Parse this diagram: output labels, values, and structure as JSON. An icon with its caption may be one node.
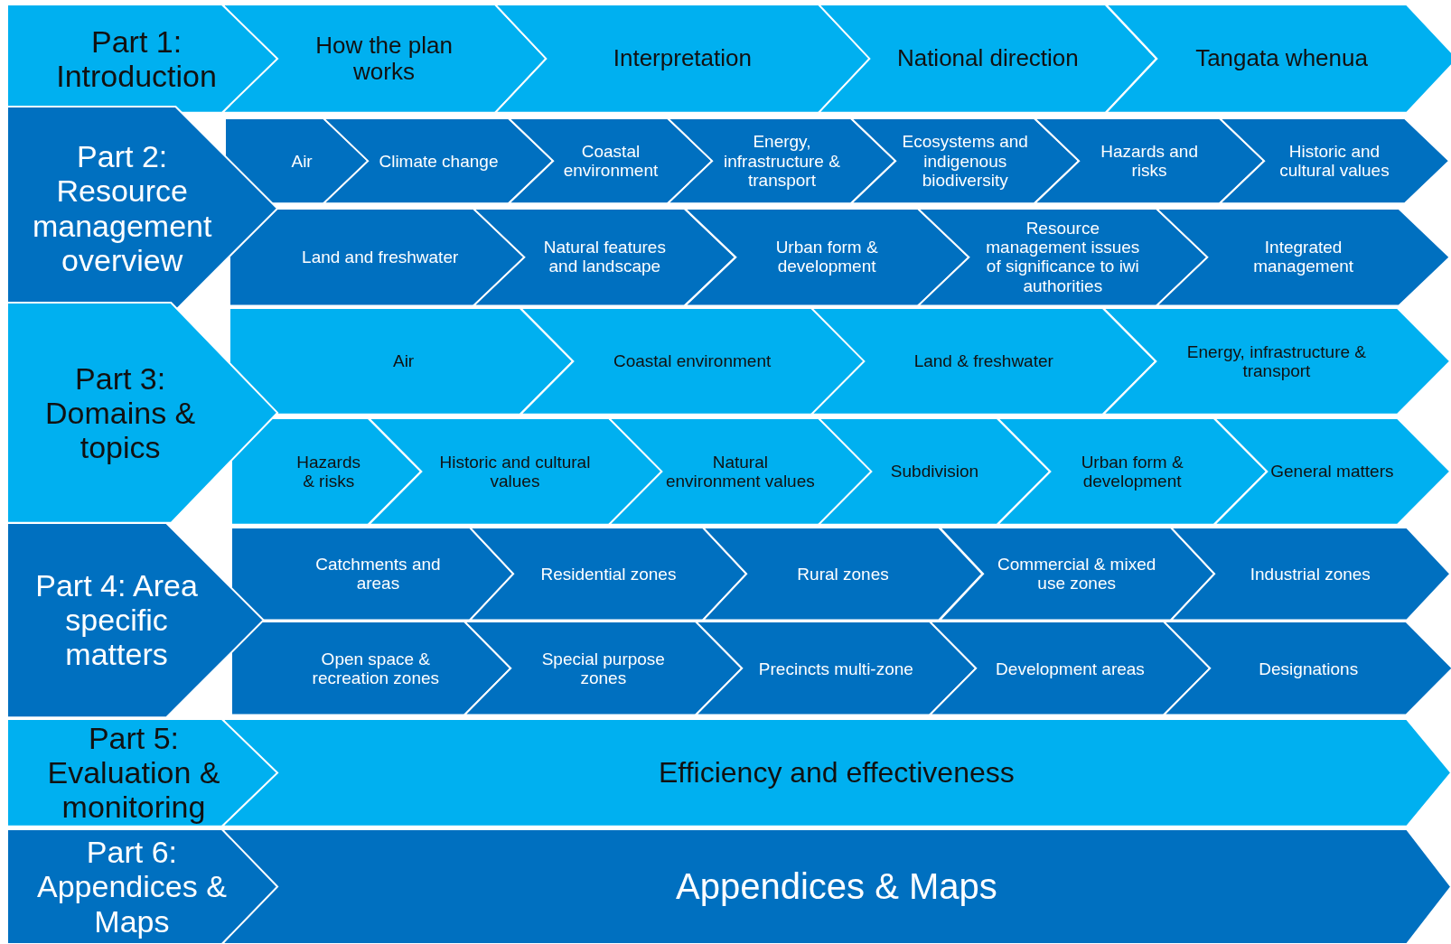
{
  "diagram": {
    "nodes": [
      {
        "text": [
          "Part 1: Introduction"
        ]
      },
      {
        "text": [
          "How the plan works"
        ]
      },
      {
        "text": [
          "Interpretation"
        ]
      },
      {
        "text": [
          "National direction"
        ]
      },
      {
        "text": [
          "Tangata whenua"
        ]
      },
      {
        "text": [
          "Part 2: Resource management overview"
        ]
      },
      {
        "text": [
          "Air"
        ]
      },
      {
        "text": [
          "Climate change"
        ]
      },
      {
        "text": [
          "Coastal environment"
        ]
      },
      {
        "text": [
          "Energy, infrastructure & transport"
        ]
      },
      {
        "text": [
          "Ecosystems and indigenous biodiversity"
        ]
      },
      {
        "text": [
          "Hazards and risks"
        ]
      },
      {
        "text": [
          "Historic and cultural values"
        ]
      },
      {
        "text": [
          "Land and freshwater"
        ]
      },
      {
        "text": [
          "Natural features and landscape"
        ]
      },
      {
        "text": [
          "Urban form & development"
        ]
      },
      {
        "text": [
          "Resource management issues of significance to iwi authorities"
        ]
      },
      {
        "text": [
          "Integrated management"
        ]
      },
      {
        "text": [
          "Part 3: Domains & topics"
        ]
      },
      {
        "text": [
          "Air"
        ]
      },
      {
        "text": [
          "Coastal environment"
        ]
      },
      {
        "text": [
          "Land & freshwater"
        ]
      },
      {
        "text": [
          "Energy, infrastructure & transport"
        ]
      },
      {
        "text": [
          "Hazards & risks"
        ]
      },
      {
        "text": [
          "Historic and cultural values"
        ]
      },
      {
        "text": [
          "Natural environment values"
        ]
      },
      {
        "text": [
          "Subdivision"
        ]
      },
      {
        "text": [
          "Urban form & development"
        ]
      },
      {
        "text": [
          "General matters"
        ]
      },
      {
        "text": [
          "Part 4: Area specific matters"
        ]
      },
      {
        "text": [
          "Catchments and areas"
        ]
      },
      {
        "text": [
          "Residential zones"
        ]
      },
      {
        "text": [
          "Rural zones"
        ]
      },
      {
        "text": [
          "Commercial & mixed use zones"
        ]
      },
      {
        "text": [
          "Industrial zones"
        ]
      },
      {
        "text": [
          "Open space & recreation zones"
        ]
      },
      {
        "text": [
          "Special purpose zones"
        ]
      },
      {
        "text": [
          "Precincts multi-zone"
        ]
      },
      {
        "text": [
          "Development areas"
        ]
      },
      {
        "text": [
          "Designations"
        ]
      },
      {
        "text": [
          "Part 5: Evaluation & monitoring"
        ]
      },
      {
        "text": [
          "Efficiency and effectiveness"
        ]
      },
      {
        "text": [
          "Part 6: Appendices & Maps"
        ]
      },
      {
        "text": [
          "Appendices & Maps"
        ]
      }
    ]
  }
}
